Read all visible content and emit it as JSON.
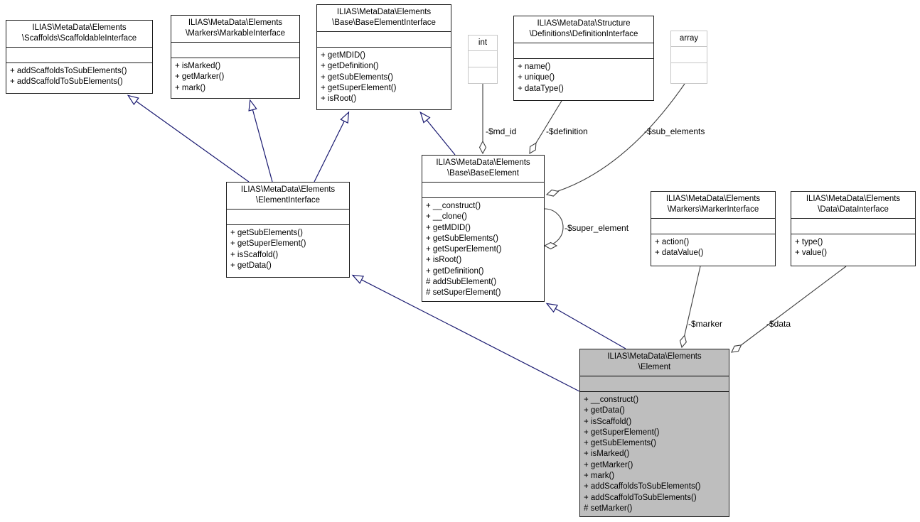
{
  "colors": {
    "inheritance_edge": "#191970",
    "aggregation_edge": "#3d3d3d",
    "box_border": "#1c1c1c",
    "highlight_fill": "#bebebe",
    "primitive_border": "#c6c6c6"
  },
  "classes": {
    "scaffoldable": {
      "title1": "ILIAS\\MetaData\\Elements",
      "title2": "\\Scaffolds\\ScaffoldableInterface",
      "methods": [
        "+ addScaffoldsToSubElements()",
        "+ addScaffoldToSubElements()"
      ]
    },
    "markable": {
      "title1": "ILIAS\\MetaData\\Elements",
      "title2": "\\Markers\\MarkableInterface",
      "methods": [
        "+ isMarked()",
        "+ getMarker()",
        "+ mark()"
      ]
    },
    "base_element_interface": {
      "title1": "ILIAS\\MetaData\\Elements",
      "title2": "\\Base\\BaseElementInterface",
      "methods": [
        "+ getMDID()",
        "+ getDefinition()",
        "+ getSubElements()",
        "+ getSuperElement()",
        "+ isRoot()"
      ]
    },
    "definition_interface": {
      "title1": "ILIAS\\MetaData\\Structure",
      "title2": "\\Definitions\\DefinitionInterface",
      "methods": [
        "+ name()",
        "+ unique()",
        "+ dataType()"
      ]
    },
    "element_interface": {
      "title1": "ILIAS\\MetaData\\Elements",
      "title2": "\\ElementInterface",
      "methods": [
        "+ getSubElements()",
        "+ getSuperElement()",
        "+ isScaffold()",
        "+ getData()"
      ]
    },
    "base_element": {
      "title1": "ILIAS\\MetaData\\Elements",
      "title2": "\\Base\\BaseElement",
      "methods": [
        "+ __construct()",
        "+ __clone()",
        "+ getMDID()",
        "+ getSubElements()",
        "+ getSuperElement()",
        "+ isRoot()",
        "+ getDefinition()",
        "# addSubElement()",
        "# setSuperElement()"
      ]
    },
    "marker_interface": {
      "title1": "ILIAS\\MetaData\\Elements",
      "title2": "\\Markers\\MarkerInterface",
      "methods": [
        "+ action()",
        "+ dataValue()"
      ]
    },
    "data_interface": {
      "title1": "ILIAS\\MetaData\\Elements",
      "title2": "\\Data\\DataInterface",
      "methods": [
        "+ type()",
        "+ value()"
      ]
    },
    "element": {
      "title1": "ILIAS\\MetaData\\Elements",
      "title2": "\\Element",
      "methods": [
        "+ __construct()",
        "+ getData()",
        "+ isScaffold()",
        "+ getSuperElement()",
        "+ getSubElements()",
        "+ isMarked()",
        "+ getMarker()",
        "+ mark()",
        "+ addScaffoldsToSubElements()",
        "+ addScaffoldToSubElements()",
        "# setMarker()"
      ]
    }
  },
  "primitives": {
    "int": "int",
    "array": "array"
  },
  "edge_labels": {
    "md_id": "-$md_id",
    "definition": "-$definition",
    "sub_elements": "-$sub_elements",
    "super_element": "-$super_element",
    "marker": "-$marker",
    "data": "-$data"
  }
}
